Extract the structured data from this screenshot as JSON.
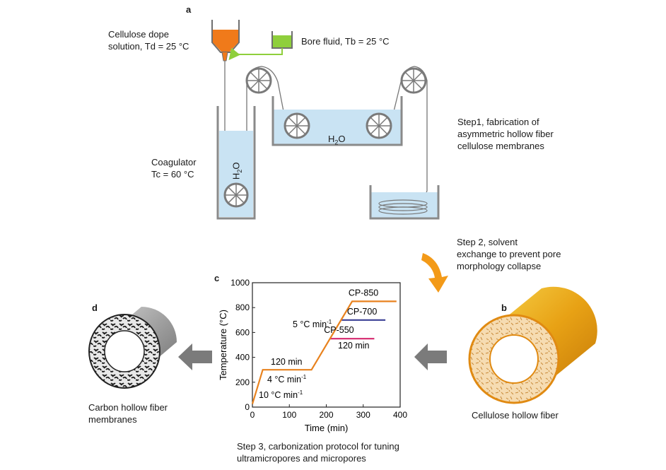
{
  "panels": {
    "a": "a",
    "b": "b",
    "c": "c",
    "d": "d"
  },
  "schematic": {
    "dope_label": "Cellulose dope\nsolution, Td = 25 °C",
    "bore_label": "Bore fluid, Tb = 25 °C",
    "coagulator_label": "Coagulator\nTc = 60 °C",
    "bath1_text": "H",
    "bath1_sub": "2",
    "bath1_tail": "O",
    "bath2_text": "H",
    "bath2_sub": "2",
    "bath2_tail": "O",
    "step1": "Step1, fabrication of\nasymmetric hollow fiber\ncellulose membranes",
    "step2": "Step 2, solvent\nexchange to prevent pore\nmorphology collapse",
    "colors": {
      "dope": "#f07a1a",
      "bore": "#8fcf3c",
      "water": "#c9e3f3",
      "arrow": "#f39a18",
      "tank": "#8a8a8a"
    }
  },
  "cellulose_fiber": {
    "label": "Cellulose hollow fiber",
    "color": "#e8a215"
  },
  "carbon_fiber": {
    "label": "Carbon hollow fiber\nmembranes",
    "color": "#9a9a9a"
  },
  "chart_caption": "Step 3, carbonization protocol for tuning\nultramicropores and micropores",
  "chart_data": {
    "type": "line",
    "xlabel": "Time (min)",
    "ylabel": "Temperature (°C)",
    "xlim": [
      0,
      400
    ],
    "ylim": [
      0,
      1000
    ],
    "xticks": [
      0,
      100,
      200,
      300,
      400
    ],
    "yticks": [
      0,
      200,
      400,
      600,
      800,
      1000
    ],
    "series": [
      {
        "name": "CP-850",
        "color": "#e8821e",
        "x": [
          0,
          28,
          40,
          160,
          270,
          390
        ],
        "y": [
          25,
          300,
          300,
          300,
          850,
          850
        ]
      },
      {
        "name": "CP-700",
        "color": "#3a3f94",
        "x": [
          240,
          360
        ],
        "y": [
          700,
          700
        ]
      },
      {
        "name": "CP-550",
        "color": "#d6286e",
        "x": [
          210,
          330
        ],
        "y": [
          550,
          550
        ]
      }
    ],
    "annotations": {
      "rate1": "10 °C min",
      "rate1_sup": "-1",
      "hold1": "120 min",
      "rate2": "4 °C min",
      "rate2_sup": "-1",
      "rate3": "5 °C min",
      "rate3_sup": "-1",
      "hold2": "120 min"
    }
  }
}
